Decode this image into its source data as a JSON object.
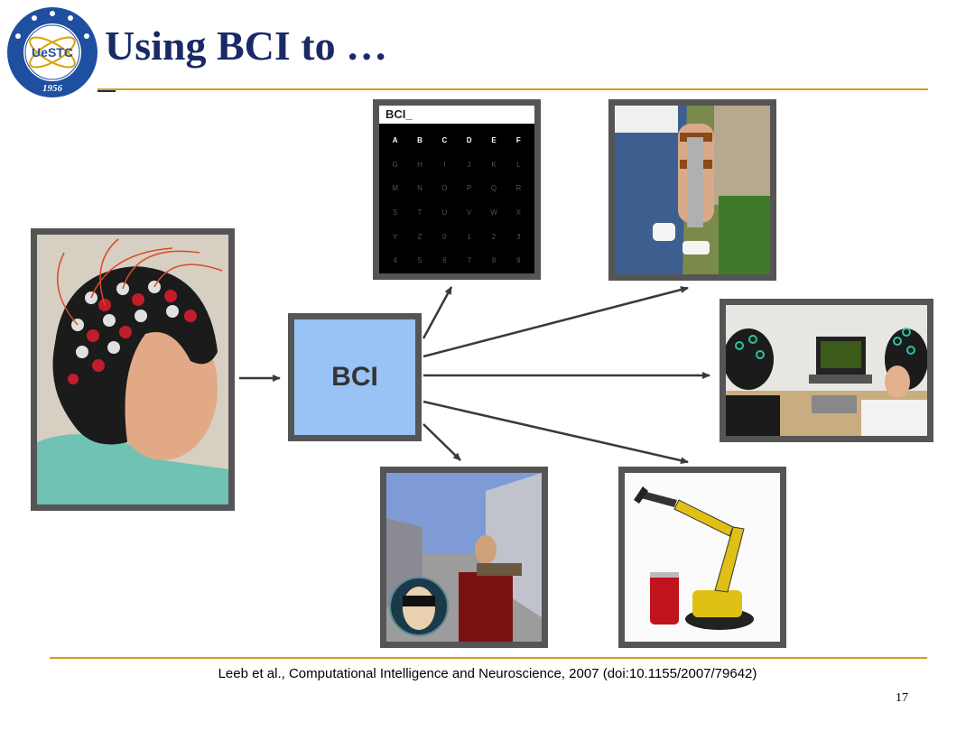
{
  "slide": {
    "title": "Using BCI to …",
    "citation": "Leeb et al., Computational Intelligence and Neuroscience, 2007 (doi:10.1155/2007/79642)",
    "page_number": "17"
  },
  "logo": {
    "center_text": "UeSTC",
    "year": "1956"
  },
  "speller": {
    "header": "BCI_",
    "grid": [
      [
        "A",
        "B",
        "C",
        "D",
        "E",
        "F"
      ],
      [
        "G",
        "H",
        "I",
        "J",
        "K",
        "L"
      ],
      [
        "M",
        "N",
        "O",
        "P",
        "Q",
        "R"
      ],
      [
        "S",
        "T",
        "U",
        "V",
        "W",
        "X"
      ],
      [
        "Y",
        "Z",
        "0",
        "1",
        "2",
        "3"
      ],
      [
        "4",
        "5",
        "6",
        "7",
        "8",
        "9"
      ]
    ]
  },
  "bci_box": {
    "label": "BCI"
  },
  "colors": {
    "title": "#1a2a66",
    "rule": "#d4a017",
    "frame": "#555555",
    "bci_box": "#99c2f5",
    "arrow": "#3a3a3a"
  }
}
